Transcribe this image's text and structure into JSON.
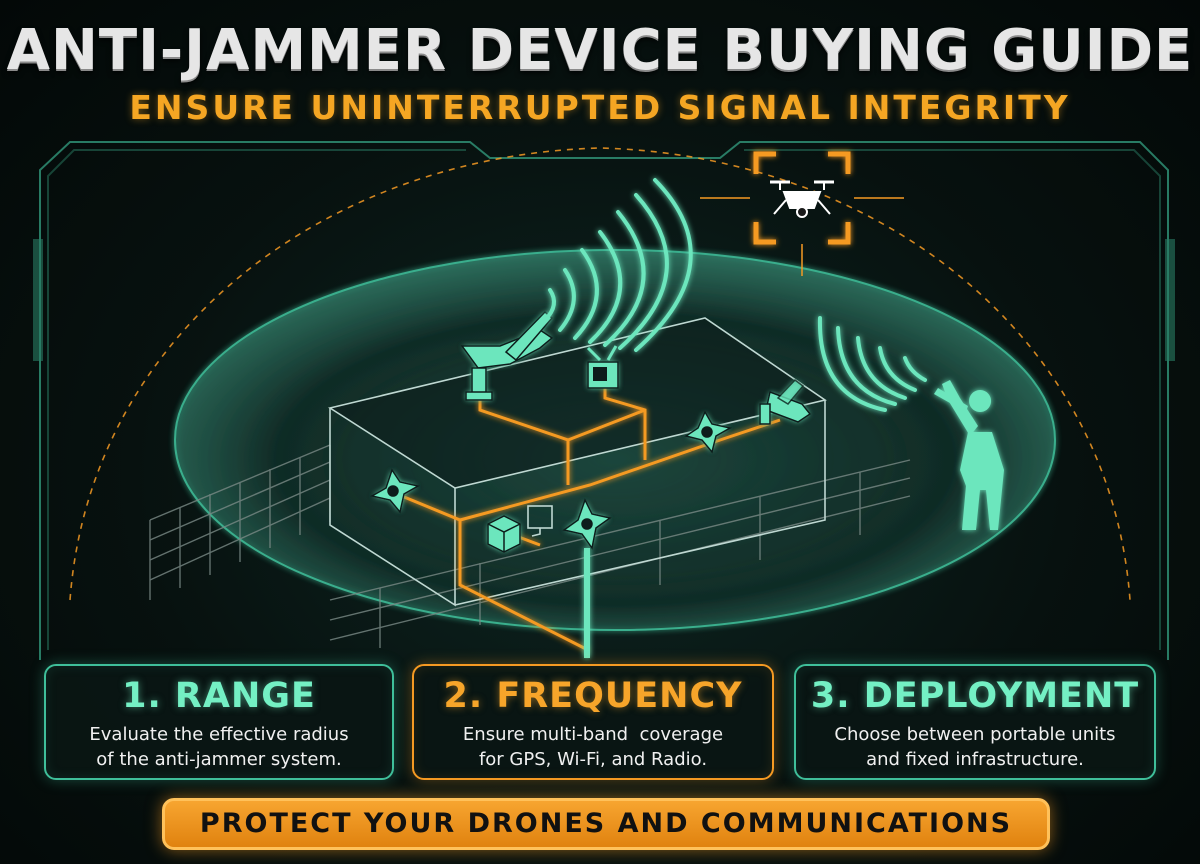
{
  "header": {
    "title": "ANTI-JAMMER DEVICE BUYING GUIDE",
    "subtitle": "ENSURE UNINTERRUPTED SIGNAL INTEGRITY"
  },
  "cards": [
    {
      "heading": "1. RANGE",
      "line1": "Evaluate the effective radius",
      "line2": "of the anti-jammer system."
    },
    {
      "heading": "2. FREQUENCY",
      "line1": "Ensure multi-band  coverage",
      "line2": "for GPS, Wi-Fi, and Radio."
    },
    {
      "heading": "3. DEPLOYMENT",
      "line1": "Choose between portable units",
      "line2": "and fixed infrastructure."
    }
  ],
  "banner": {
    "text": "PROTECT YOUR DRONES AND COMMUNICATIONS"
  },
  "colors": {
    "teal": "#74f0c4",
    "orange": "#f59a23",
    "background": "#07110f"
  },
  "icons": [
    "drone-icon",
    "target-bracket-icon",
    "antenna-jammer-icon",
    "router-icon",
    "security-camera-icon",
    "signal-node-icon",
    "server-box-icon",
    "monitor-icon",
    "jammer-operator-icon",
    "signal-wave-icon"
  ]
}
